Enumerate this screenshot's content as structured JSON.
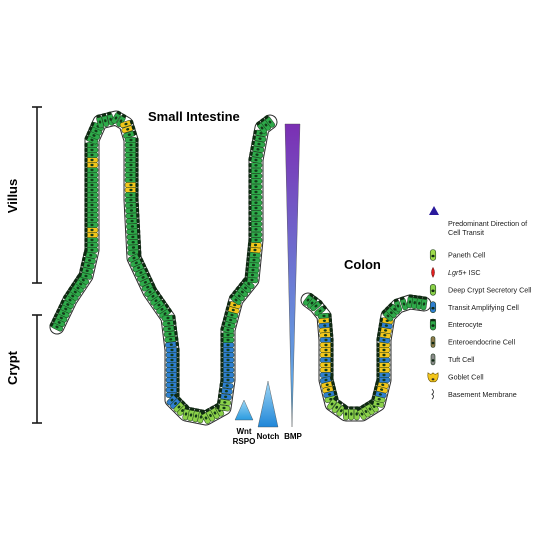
{
  "diagram": {
    "labels": {
      "small_intestine": "Small Intestine",
      "colon": "Colon",
      "villus": "Villus",
      "crypt": "Crypt"
    },
    "gradients": [
      {
        "id": "wnt",
        "line1": "Wnt",
        "line2": "RSPO",
        "color_top": "#2aa6e6",
        "color_bottom": "#2aa6e6"
      },
      {
        "id": "notch",
        "line1": "Notch",
        "line2": "",
        "color_top": "#1e8ede",
        "color_bottom": "#1e8ede"
      },
      {
        "id": "bmp",
        "line1": "BMP",
        "line2": "",
        "color_top": "#7b2fb3",
        "color_bottom": "#4fb0e8"
      }
    ],
    "legend": {
      "direction_label_line1": "Predominant Direction of",
      "direction_label_line2": "Cell Transit",
      "items": [
        {
          "id": "paneth",
          "prefix": "",
          "italic": "",
          "suffix": "Paneth Cell",
          "icon": "paneth-cell-icon",
          "color": "#9edc4a"
        },
        {
          "id": "isc",
          "prefix": "",
          "italic": "Lgr5",
          "suffix": "+ ISC",
          "icon": "lgr5-isc-icon",
          "color": "#e02020"
        },
        {
          "id": "deep",
          "prefix": "",
          "italic": "",
          "suffix": "Deep Crypt Secretory Cell",
          "icon": "deep-crypt-secretory-cell-icon",
          "color": "#8bd14a"
        },
        {
          "id": "ta",
          "prefix": "",
          "italic": "",
          "suffix": "Transit Amplifying Cell",
          "icon": "transit-amplifying-cell-icon",
          "color": "#2f7fd0"
        },
        {
          "id": "entero",
          "prefix": "",
          "italic": "",
          "suffix": "Enterocyte",
          "icon": "enterocyte-icon",
          "color": "#2eaa4a"
        },
        {
          "id": "endo",
          "prefix": "",
          "italic": "",
          "suffix": "Enteroendocrine Cell",
          "icon": "enteroendocrine-cell-icon",
          "color": "#8c7a4a"
        },
        {
          "id": "tuft",
          "prefix": "",
          "italic": "",
          "suffix": "Tuft Cell",
          "icon": "tuft-cell-icon",
          "color": "#8a8a8a"
        },
        {
          "id": "goblet",
          "prefix": "",
          "italic": "",
          "suffix": "Goblet Cell",
          "icon": "goblet-cell-icon",
          "color": "#f3c61b"
        },
        {
          "id": "bm",
          "prefix": "",
          "italic": "",
          "suffix": "Basement Membrane",
          "icon": "basement-membrane-icon",
          "color": "#333333"
        }
      ],
      "arrow_color": "#3a1a8c"
    }
  }
}
